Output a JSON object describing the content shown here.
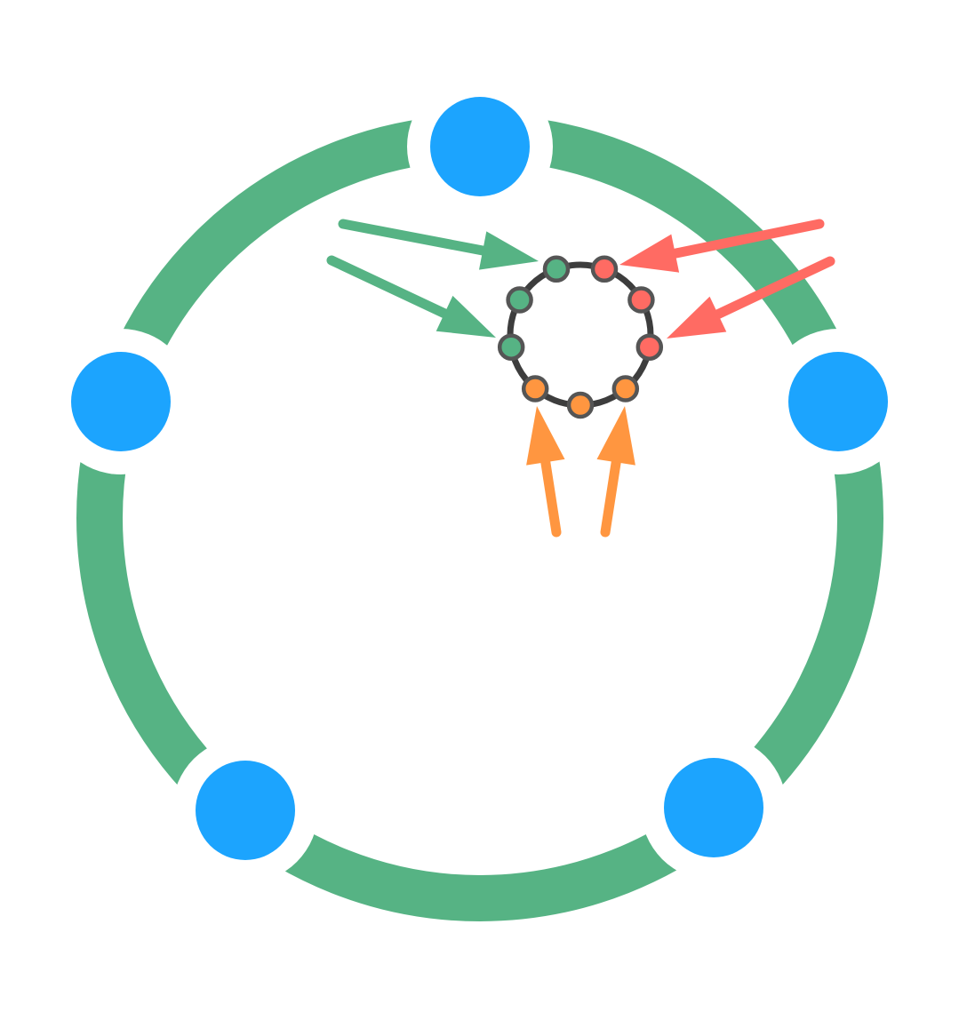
{
  "colors": {
    "background": "#ffffff",
    "ring": "#56b384",
    "main_node": "#1ca4fe",
    "small_ring_stroke": "#3d3d3d",
    "node_outline": "#555555",
    "green": "#56b384",
    "red": "#ff6b63",
    "orange": "#ff9640"
  },
  "main_nodes": [
    {
      "id": "node-top"
    },
    {
      "id": "node-right"
    },
    {
      "id": "node-bottom-right"
    },
    {
      "id": "node-bottom-left"
    },
    {
      "id": "node-left"
    }
  ],
  "small_nodes": [
    {
      "id": "small-node-1",
      "color": "green"
    },
    {
      "id": "small-node-2",
      "color": "red"
    },
    {
      "id": "small-node-3",
      "color": "red"
    },
    {
      "id": "small-node-4",
      "color": "red"
    },
    {
      "id": "small-node-5",
      "color": "orange"
    },
    {
      "id": "small-node-6",
      "color": "orange"
    },
    {
      "id": "small-node-7",
      "color": "orange"
    },
    {
      "id": "small-node-8",
      "color": "green"
    },
    {
      "id": "small-node-9",
      "color": "green"
    }
  ],
  "arrows": [
    {
      "id": "arrow-green-1",
      "color": "green"
    },
    {
      "id": "arrow-green-2",
      "color": "green"
    },
    {
      "id": "arrow-red-1",
      "color": "red"
    },
    {
      "id": "arrow-red-2",
      "color": "red"
    },
    {
      "id": "arrow-orange-1",
      "color": "orange"
    },
    {
      "id": "arrow-orange-2",
      "color": "orange"
    }
  ]
}
